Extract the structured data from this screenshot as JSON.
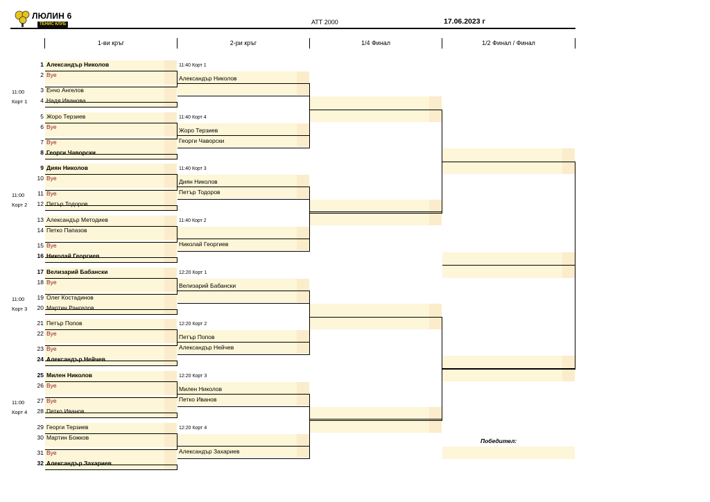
{
  "header": {
    "club_name": "ЛЮЛИН 6",
    "club_sub": "ТЕНИС КЛУБ",
    "tournament": "АТТ 2000",
    "date": "17.06.2023 г"
  },
  "rounds": [
    "1-ви кръг",
    "2-ри кръг",
    "1/4 Финал",
    "1/2 Финал / Финал"
  ],
  "round1": [
    {
      "seed": "1",
      "name": "Александър Николов",
      "bold": true
    },
    {
      "seed": "2",
      "name": "Bye",
      "bye": true
    },
    {
      "seed": "3",
      "name": "Енчо Ангелов"
    },
    {
      "seed": "4",
      "name": "Надя Иванова"
    },
    {
      "seed": "5",
      "name": "Жоро Терзиев"
    },
    {
      "seed": "6",
      "name": "Bye",
      "bye": true
    },
    {
      "seed": "7",
      "name": "Bye",
      "bye": true
    },
    {
      "seed": "8",
      "name": "Георги Чаворски",
      "bold": true
    },
    {
      "seed": "9",
      "name": "Диян Николов",
      "bold": true
    },
    {
      "seed": "10",
      "name": "Bye",
      "bye": true
    },
    {
      "seed": "11",
      "name": "Bye",
      "bye": true
    },
    {
      "seed": "12",
      "name": "Петър Тодоров"
    },
    {
      "seed": "13",
      "name": "Александър Методиев"
    },
    {
      "seed": "14",
      "name": "Петко Папазов"
    },
    {
      "seed": "15",
      "name": "Bye",
      "bye": true
    },
    {
      "seed": "16",
      "name": "Николай Георгиев",
      "bold": true
    },
    {
      "seed": "17",
      "name": "Велизарий Бабански",
      "bold": true
    },
    {
      "seed": "18",
      "name": "Bye",
      "bye": true
    },
    {
      "seed": "19",
      "name": "Олег Костадинов"
    },
    {
      "seed": "20",
      "name": "Мартин Рангелов"
    },
    {
      "seed": "21",
      "name": "Петър Попов"
    },
    {
      "seed": "22",
      "name": "Bye",
      "bye": true
    },
    {
      "seed": "23",
      "name": "Bye",
      "bye": true
    },
    {
      "seed": "24",
      "name": "Александър Нейчев",
      "bold": true
    },
    {
      "seed": "25",
      "name": "Милен Николов",
      "bold": true
    },
    {
      "seed": "26",
      "name": "Bye",
      "bye": true
    },
    {
      "seed": "27",
      "name": "Bye",
      "bye": true
    },
    {
      "seed": "28",
      "name": "Петко Иванов"
    },
    {
      "seed": "29",
      "name": "Георги Терзиев"
    },
    {
      "seed": "30",
      "name": "Мартин Божков"
    },
    {
      "seed": "31",
      "name": "Bye",
      "bye": true
    },
    {
      "seed": "32",
      "name": "Александър Захариев",
      "bold": true
    }
  ],
  "round1_schedule": [
    {
      "time": "11:00",
      "court": "Корт 1"
    },
    {
      "time": "11:00",
      "court": "Корт 2"
    },
    {
      "time": "11:00",
      "court": "Корт 3"
    },
    {
      "time": "11:00",
      "court": "Корт 4"
    }
  ],
  "round2": [
    {
      "schedule": "11:40  Корт 1",
      "top": "Александър Николов",
      "bottom": ""
    },
    {
      "schedule": "11:40  Корт 4",
      "top": "Жоро Терзиев",
      "bottom": "Георги Чаворски"
    },
    {
      "schedule": "11:40  Корт 3",
      "top": "Диян Николов",
      "bottom": "Петър Тодоров"
    },
    {
      "schedule": "11:40  Корт 2",
      "top": "",
      "bottom": "Николай Георгиев"
    },
    {
      "schedule": "12:20  Корт 1",
      "top": "Велизарий Бабански",
      "bottom": ""
    },
    {
      "schedule": "12:20  Корт 2",
      "top": "Петър Попов",
      "bottom": "Александър Нейчев"
    },
    {
      "schedule": "12:20  Корт 3",
      "top": "Милен Николов",
      "bottom": "Петко Иванов"
    },
    {
      "schedule": "12:20  Корт 4",
      "top": "",
      "bottom": "Александър Захариев"
    }
  ],
  "winner_label": "Победител:"
}
